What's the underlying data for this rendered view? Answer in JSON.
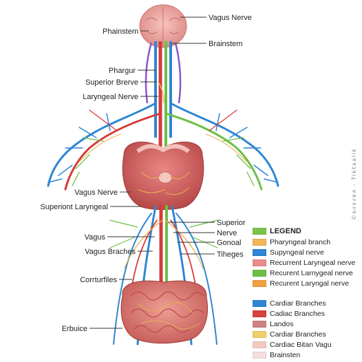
{
  "labels_left": [
    {
      "id": "phainstem",
      "text": "Phainstem"
    },
    {
      "id": "phargur",
      "text": "Phargur"
    },
    {
      "id": "superior-brerve",
      "text": "Superior Brerve"
    },
    {
      "id": "laryngeal-nerve",
      "text": "Laryngeal Nerve"
    },
    {
      "id": "vagus-nerve-left",
      "text": "Vagus Nerve"
    },
    {
      "id": "superiont-laryngeal",
      "text": "Superiont Laryngeal"
    },
    {
      "id": "vagus",
      "text": "Vagus"
    },
    {
      "id": "vagus-braches",
      "text": "Vagus Braches"
    },
    {
      "id": "corrturfiles",
      "text": "Corrturfiles"
    },
    {
      "id": "erbuice",
      "text": "Erbuice"
    }
  ],
  "labels_right": [
    {
      "id": "vagus-nerve-top",
      "text": "Vagus Nerve"
    },
    {
      "id": "brainstem",
      "text": "Brainstem"
    },
    {
      "id": "superior",
      "text": "Superior"
    },
    {
      "id": "nerve",
      "text": "Nerve"
    },
    {
      "id": "gonoal",
      "text": "Gonoal"
    },
    {
      "id": "tiheges",
      "text": "Tiheges"
    }
  ],
  "legend": {
    "title": "LEGEND",
    "title_color": "#7cc24a",
    "group1": [
      {
        "text": "Pharyngeal branch",
        "color": "#f2b55a"
      },
      {
        "text": "Supyngeal nerve",
        "color": "#2e86d4"
      },
      {
        "text": "Recurrent Laryngeal nerve",
        "color": "#e98c8c"
      },
      {
        "text": "Recurent Larnygeal nerve",
        "color": "#6cbf45"
      },
      {
        "text": "Recurent Laryngal nerve",
        "color": "#f0a140"
      }
    ],
    "group2": [
      {
        "text": "Cardiar Branches",
        "color": "#2e86d4"
      },
      {
        "text": "Cadiac Branches",
        "color": "#d94040"
      },
      {
        "text": "Landos",
        "color": "#cf8282"
      },
      {
        "text": "Cardiar Branches",
        "color": "#f0cf6a"
      },
      {
        "text": "Cardiac Bitan Vagu",
        "color": "#f4c9c2"
      },
      {
        "text": "Brainsten",
        "color": "#f7dede"
      }
    ]
  },
  "watermark": "©ยงจงหล - Tiktaalik",
  "colors": {
    "vein": "#2e86d4",
    "artery": "#d63a3a",
    "nerve_green": "#6cbf45",
    "nerve_yellow": "#e8b04a",
    "organ": "#e8908f",
    "organ_dark": "#b94a4a"
  }
}
